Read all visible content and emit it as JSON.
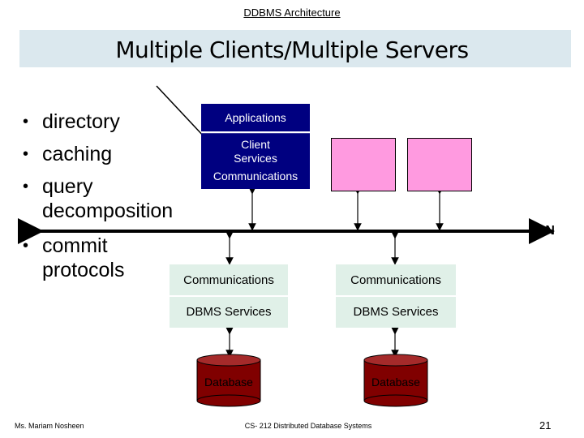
{
  "header": "DDBMS Architecture",
  "title": "Multiple Clients/Multiple Servers",
  "bullets": [
    "directory",
    "caching",
    "query decomposition",
    "commit protocols"
  ],
  "client_box": {
    "top": "Applications",
    "middle_line1": "Client",
    "middle_line2": "Services",
    "bottom": "Communications"
  },
  "lan_label": "LAN",
  "servers": [
    {
      "communications": "Communications",
      "dbms": "DBMS Services",
      "database": "Database"
    },
    {
      "communications": "Communications",
      "dbms": "DBMS Services",
      "database": "Database"
    }
  ],
  "footer": {
    "left": "Ms. Mariam Nosheen",
    "center": "CS- 212 Distributed Database Systems",
    "page": "21"
  },
  "colors": {
    "title_band": "#dbe8ee",
    "client_box": "#000080",
    "other_clients": "#ff9ae0",
    "server_box": "#e0f0e8",
    "database": "#800000"
  }
}
